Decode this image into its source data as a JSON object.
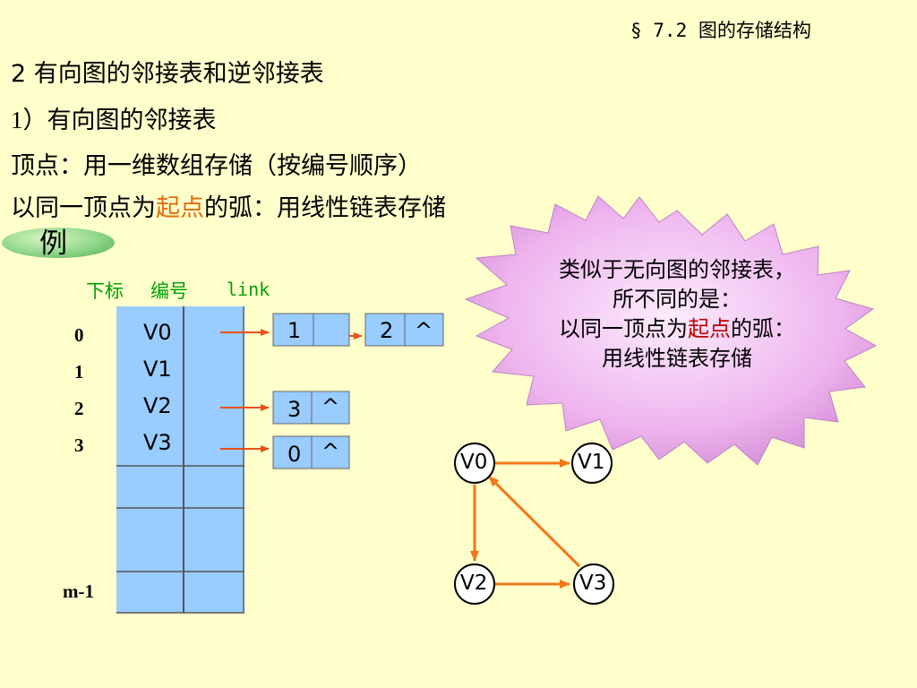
{
  "header": {
    "section": "§ 7.2  图的存储结构"
  },
  "lines": {
    "l1": "2  有向图的邻接表和逆邻接表",
    "l2_num": "1",
    "l2_text": "）有向图的邻接表",
    "l3": "顶点：用一维数组存储（按编号顺序）",
    "l4_pre": "以同一顶点为",
    "l4_hl": "起点",
    "l4_post": "的弧：用线性链表存储"
  },
  "example": {
    "label": "例"
  },
  "table": {
    "headers": {
      "index": "下标",
      "number": "编号",
      "link": "link"
    },
    "indices": [
      "0",
      "1",
      "2",
      "3",
      "m-1"
    ],
    "vertices": [
      "V0",
      "V1",
      "V2",
      "V3"
    ]
  },
  "lists": {
    "v0_n1": "1",
    "v0_n2": "2",
    "v2_n1": "3",
    "v3_n1": "0",
    "null_symbol": "^"
  },
  "callout": {
    "line1": "类似于无向图的邻接表，",
    "line2": "所不同的是：",
    "line3_pre": "以同一顶点为",
    "line3_hl": "起点",
    "line3_post": "的弧：",
    "line4": "用线性链表存储"
  },
  "graph": {
    "nodes": [
      "V0",
      "V1",
      "V2",
      "V3"
    ],
    "edges": [
      [
        "V0",
        "V1"
      ],
      [
        "V0",
        "V2"
      ],
      [
        "V2",
        "V3"
      ],
      [
        "V3",
        "V0"
      ]
    ]
  },
  "colors": {
    "background": "#FFFFCC",
    "table_fill": "#99CCFF",
    "arrow": "#E9501B",
    "graph_edge": "#F07818",
    "header_green": "#00A000",
    "highlight": "#E36C09"
  }
}
